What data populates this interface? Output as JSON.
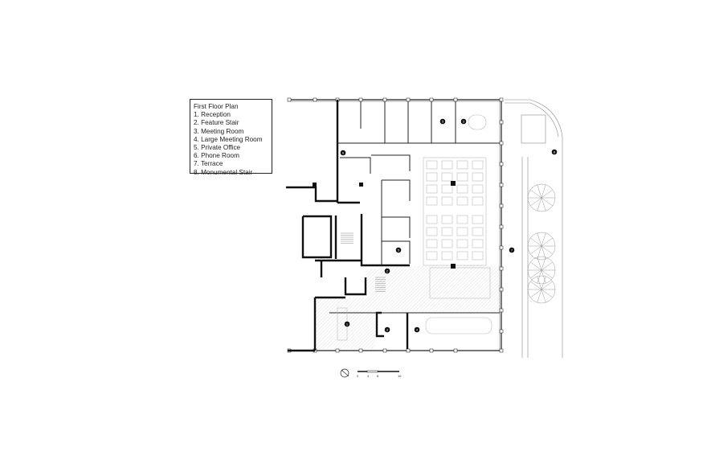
{
  "legend": {
    "title": "First Floor Plan",
    "items": [
      "1.  Reception",
      "2. Feature Stair",
      "3. Meeting Room",
      "4. Large Meeting Room",
      "5. Private Office",
      "6. Phone Room",
      "7. Terrace",
      "8. Monumental Stair"
    ]
  },
  "markers": [
    "6",
    "5",
    "3",
    "8",
    "7",
    "5",
    "2",
    "1",
    "3",
    "4"
  ],
  "scale_bar": {
    "labels": [
      "0",
      "4",
      "8",
      "16"
    ]
  }
}
